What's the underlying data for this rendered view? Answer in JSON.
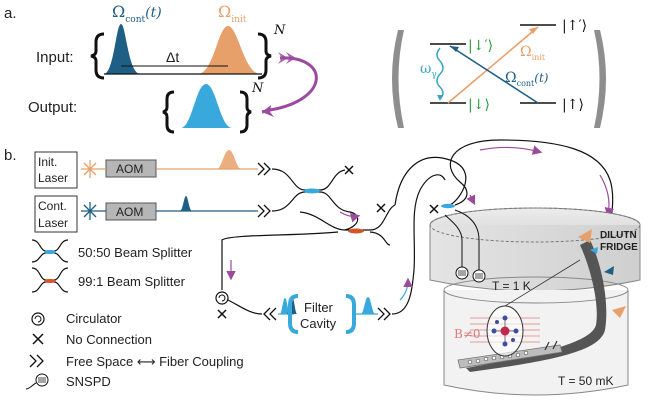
{
  "panel_a": {
    "label": "a.",
    "input_label": "Input:",
    "output_label": "Output:",
    "omega": "Ω",
    "cont_sub": "cont",
    "cont_arg": "(t)",
    "init_sub": "init",
    "delta_t": "Δt",
    "power_n": "N",
    "omega_gamma": "ω",
    "gamma_sub": "γ",
    "ket_up_prime": "|↑′⟩",
    "ket_down_prime": "|↓′⟩",
    "ket_up": "|↑⟩",
    "ket_down": "|↓⟩",
    "colors": {
      "cont": "#1f5f85",
      "init": "#e8a06a",
      "out": "#39a8dd",
      "arrow": "#9b4a9e",
      "green": "#2a9a3c",
      "teal": "#3aa6c2"
    }
  },
  "panel_b": {
    "label": "b.",
    "init_laser": [
      "Init.",
      "Laser"
    ],
    "cont_laser": [
      "Cont.",
      "Laser"
    ],
    "aom": "AOM",
    "filter_cavity": [
      "Filter",
      "Cavity"
    ],
    "fridge": [
      "DILUTN",
      "FRIDGE"
    ],
    "temp_1k": "T = 1 K",
    "temp_50mk": "T = 50 mK",
    "b_field": "B≠0"
  },
  "legend": {
    "bs_5050": "50:50 Beam Splitter",
    "bs_991": "99:1 Beam Splitter",
    "circulator": "Circulator",
    "no_connection": "No Connection",
    "free_space_coupling": "Free Space ⟷ Fiber Coupling",
    "snspd": "SNSPD"
  }
}
